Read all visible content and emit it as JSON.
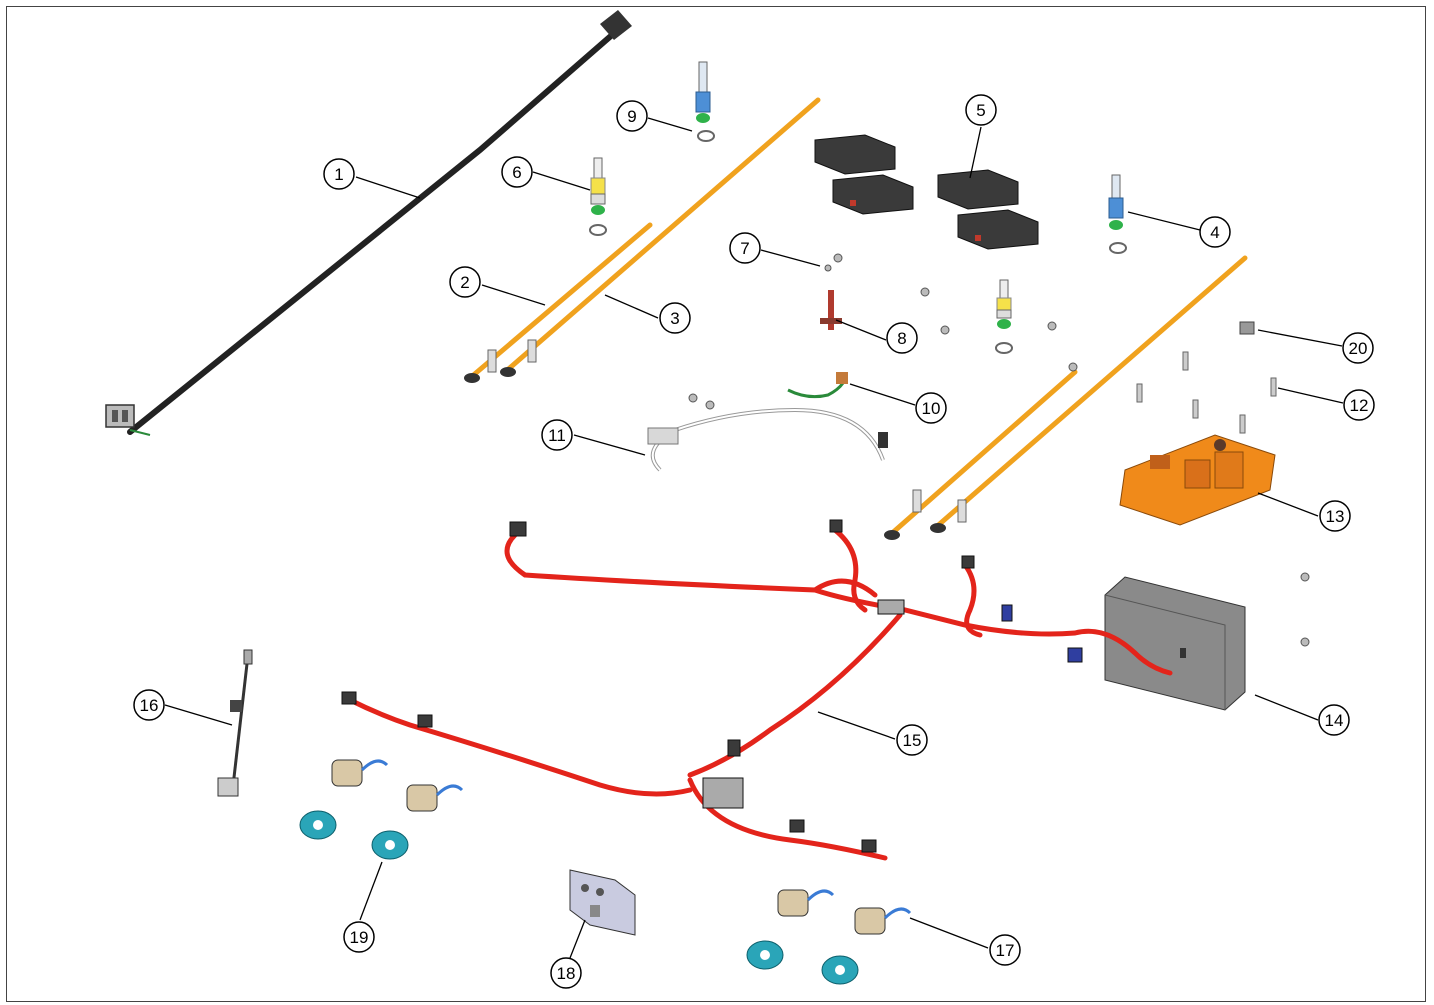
{
  "diagram": {
    "callouts": [
      "1",
      "2",
      "3",
      "4",
      "5",
      "6",
      "7",
      "8",
      "9",
      "10",
      "11",
      "12",
      "13",
      "14",
      "15",
      "16",
      "17",
      "18",
      "19",
      "20"
    ]
  },
  "colors": {
    "cable": "#222222",
    "electrode": "#f0a21e",
    "harness": "#e3241b",
    "board": "#f08a1a",
    "bracket": "#8a8a8a",
    "bezel": "#2aa5b8",
    "switch": "#3a3a3a",
    "nozzle": "#4d8fd6",
    "line": "#000000"
  }
}
